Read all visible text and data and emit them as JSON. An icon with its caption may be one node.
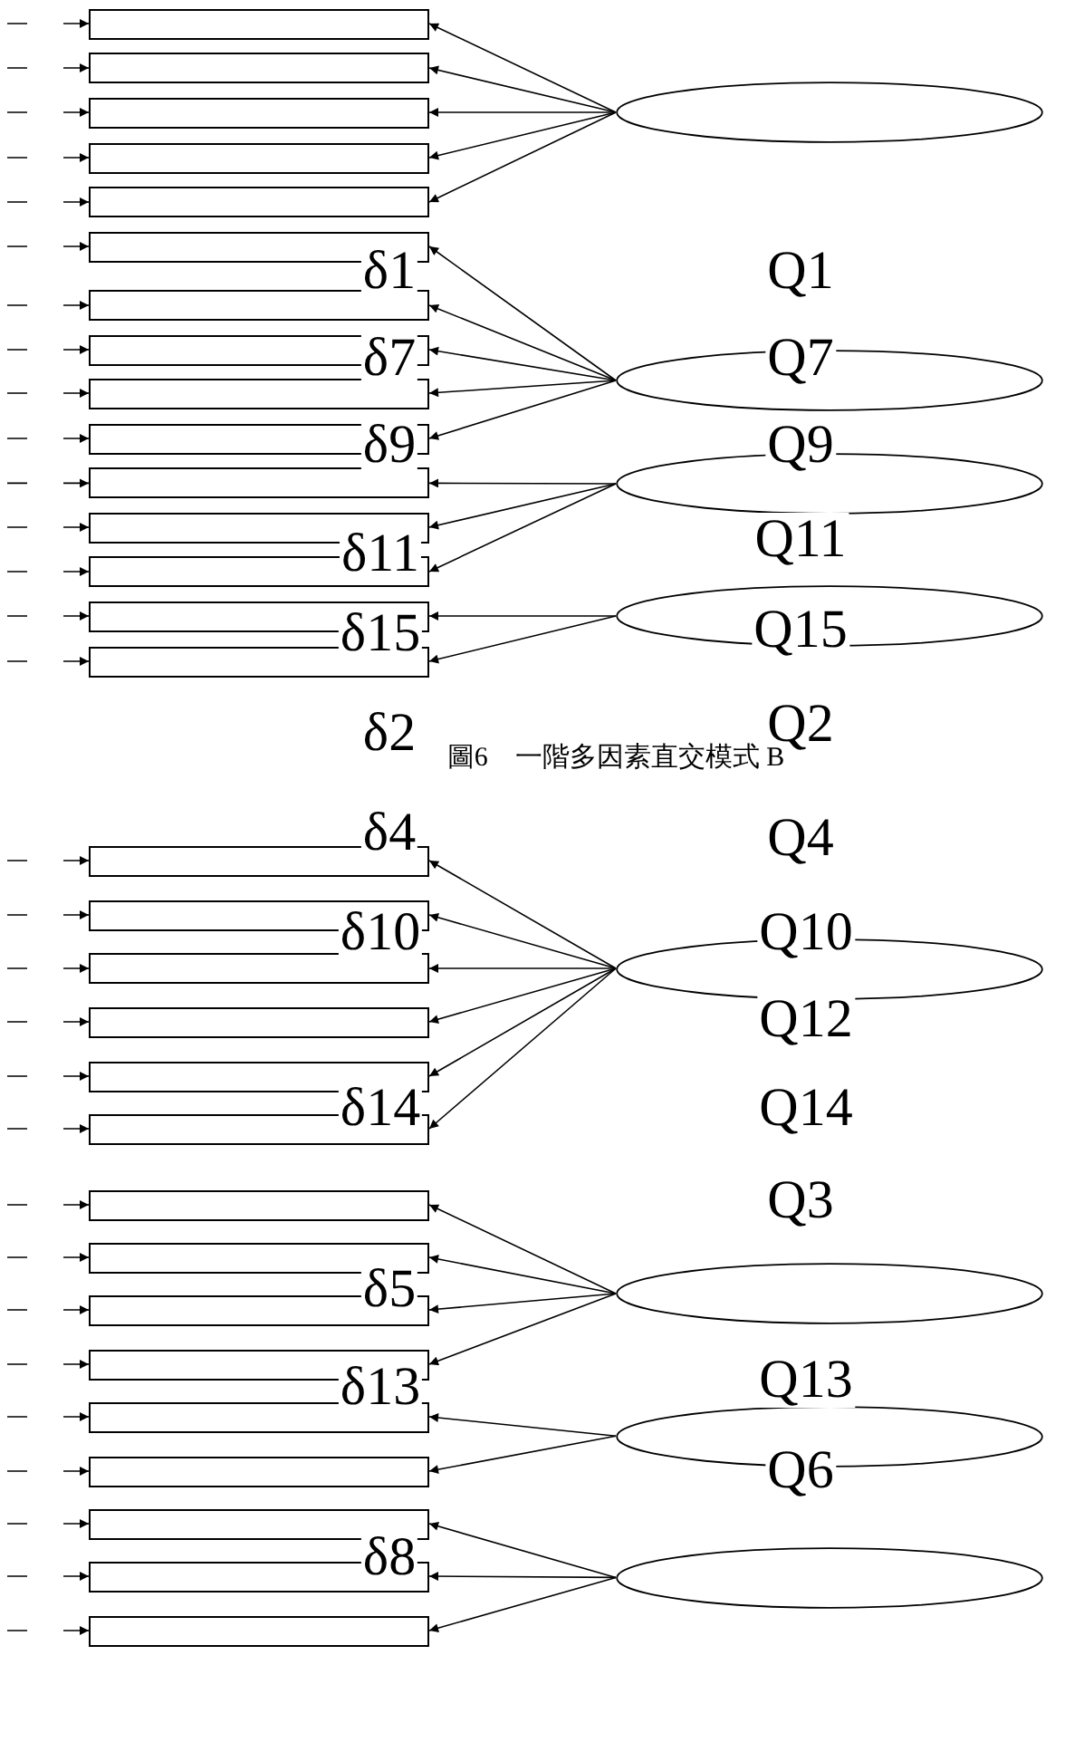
{
  "diagram": {
    "caption": "圖6　一階多因素直交模式 B",
    "nodes": [
      {
        "text": [],
        "shape": "box"
      },
      {
        "text": [],
        "shape": "box"
      },
      {
        "text": [],
        "shape": "box"
      },
      {
        "text": [],
        "shape": "box"
      },
      {
        "text": [],
        "shape": "box"
      },
      {
        "text": [],
        "shape": "box"
      },
      {
        "text": [],
        "shape": "box"
      },
      {
        "text": [],
        "shape": "box"
      },
      {
        "text": [],
        "shape": "box"
      },
      {
        "text": [],
        "shape": "box"
      },
      {
        "text": [],
        "shape": "box"
      },
      {
        "text": [],
        "shape": "box"
      },
      {
        "text": [],
        "shape": "box"
      },
      {
        "text": [],
        "shape": "box"
      },
      {
        "text": [],
        "shape": "box"
      },
      {
        "text": [],
        "shape": "ellipse"
      },
      {
        "text": [],
        "shape": "ellipse"
      },
      {
        "text": [],
        "shape": "ellipse"
      },
      {
        "text": [],
        "shape": "ellipse"
      },
      {
        "text": [],
        "shape": "box"
      },
      {
        "text": [],
        "shape": "box"
      },
      {
        "text": [],
        "shape": "box"
      },
      {
        "text": [],
        "shape": "box"
      },
      {
        "text": [],
        "shape": "box"
      },
      {
        "text": [],
        "shape": "box"
      },
      {
        "text": [],
        "shape": "box"
      },
      {
        "text": [],
        "shape": "box"
      },
      {
        "text": [],
        "shape": "box"
      },
      {
        "text": [],
        "shape": "box"
      },
      {
        "text": [],
        "shape": "box"
      },
      {
        "text": [],
        "shape": "box"
      },
      {
        "text": [],
        "shape": "box"
      },
      {
        "text": [],
        "shape": "box"
      },
      {
        "text": [],
        "shape": "box"
      },
      {
        "text": [],
        "shape": "ellipse"
      },
      {
        "text": [],
        "shape": "ellipse"
      },
      {
        "text": [],
        "shape": "ellipse"
      },
      {
        "text": [],
        "shape": "ellipse"
      }
    ],
    "edges": [
      {
        "from": 15,
        "to": 0,
        "arrow": "to"
      },
      {
        "from": 15,
        "to": 1,
        "arrow": "to"
      },
      {
        "from": 15,
        "to": 2,
        "arrow": "to"
      },
      {
        "from": 15,
        "to": 3,
        "arrow": "to"
      },
      {
        "from": 15,
        "to": 4,
        "arrow": "to"
      },
      {
        "from": 16,
        "to": 5,
        "arrow": "to"
      },
      {
        "from": 16,
        "to": 6,
        "arrow": "to"
      },
      {
        "from": 16,
        "to": 7,
        "arrow": "to"
      },
      {
        "from": 16,
        "to": 8,
        "arrow": "to"
      },
      {
        "from": 16,
        "to": 9,
        "arrow": "to"
      },
      {
        "from": 17,
        "to": 10,
        "arrow": "to"
      },
      {
        "from": 17,
        "to": 11,
        "arrow": "to"
      },
      {
        "from": 17,
        "to": 12,
        "arrow": "to"
      },
      {
        "from": 18,
        "to": 13,
        "arrow": "to"
      },
      {
        "from": 18,
        "to": 14,
        "arrow": "to"
      },
      {
        "from": 34,
        "to": 19,
        "arrow": "to"
      },
      {
        "from": 34,
        "to": 20,
        "arrow": "to"
      },
      {
        "from": 34,
        "to": 21,
        "arrow": "to"
      },
      {
        "from": 34,
        "to": 22,
        "arrow": "to"
      },
      {
        "from": 34,
        "to": 23,
        "arrow": "to"
      },
      {
        "from": 34,
        "to": 24,
        "arrow": "to"
      },
      {
        "from": 35,
        "to": 25,
        "arrow": "to"
      },
      {
        "from": 35,
        "to": 26,
        "arrow": "to"
      },
      {
        "from": 35,
        "to": 27,
        "arrow": "to"
      },
      {
        "from": 35,
        "to": 28,
        "arrow": "to"
      },
      {
        "from": 36,
        "to": 29,
        "arrow": "to"
      },
      {
        "from": 36,
        "to": 30,
        "arrow": "to"
      },
      {
        "from": 37,
        "to": 31,
        "arrow": "to"
      },
      {
        "from": 37,
        "to": 32,
        "arrow": "to"
      },
      {
        "from": 37,
        "to": 33,
        "arrow": "to"
      },
      {
        "from": null,
        "to": 0,
        "arrow": "to"
      },
      {
        "from": null,
        "to": 1,
        "arrow": "to"
      },
      {
        "from": null,
        "to": 2,
        "arrow": "to"
      },
      {
        "from": null,
        "to": 3,
        "arrow": "to"
      },
      {
        "from": null,
        "to": 4,
        "arrow": "to"
      },
      {
        "from": null,
        "to": 5,
        "arrow": "to"
      },
      {
        "from": null,
        "to": 6,
        "arrow": "to"
      },
      {
        "from": null,
        "to": 7,
        "arrow": "to"
      },
      {
        "from": null,
        "to": 8,
        "arrow": "to"
      },
      {
        "from": null,
        "to": 9,
        "arrow": "to"
      },
      {
        "from": null,
        "to": 10,
        "arrow": "to"
      },
      {
        "from": null,
        "to": 11,
        "arrow": "to"
      },
      {
        "from": null,
        "to": 12,
        "arrow": "to"
      },
      {
        "from": null,
        "to": 13,
        "arrow": "to"
      },
      {
        "from": null,
        "to": 14,
        "arrow": "to"
      },
      {
        "from": null,
        "to": 19,
        "arrow": "to"
      },
      {
        "from": null,
        "to": 20,
        "arrow": "to"
      },
      {
        "from": null,
        "to": 21,
        "arrow": "to"
      },
      {
        "from": null,
        "to": 22,
        "arrow": "to"
      },
      {
        "from": null,
        "to": 23,
        "arrow": "to"
      },
      {
        "from": null,
        "to": 24,
        "arrow": "to"
      },
      {
        "from": null,
        "to": 25,
        "arrow": "to"
      },
      {
        "from": null,
        "to": 26,
        "arrow": "to"
      },
      {
        "from": null,
        "to": 27,
        "arrow": "to"
      },
      {
        "from": null,
        "to": 28,
        "arrow": "to"
      },
      {
        "from": null,
        "to": 29,
        "arrow": "to"
      },
      {
        "from": null,
        "to": 30,
        "arrow": "to"
      },
      {
        "from": null,
        "to": 31,
        "arrow": "to"
      },
      {
        "from": null,
        "to": 32,
        "arrow": "to"
      },
      {
        "from": null,
        "to": 33,
        "arrow": "to"
      }
    ],
    "labels": [
      "δ1",
      "Q1",
      "δ7",
      "Q7",
      "δ9",
      "Q9",
      "δ11",
      "Q11",
      "δ15",
      "Q15",
      "δ2",
      "Q2",
      "δ4",
      "Q4",
      "δ10",
      "Q10",
      "Q12",
      "δ14",
      "Q14",
      "Q3",
      "δ5",
      "δ13",
      "Q13",
      "Q6",
      "δ8"
    ]
  }
}
